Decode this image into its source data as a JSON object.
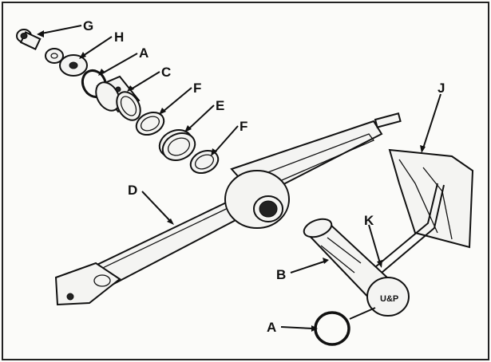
{
  "diagram": {
    "labels": {
      "G": "G",
      "H": "H",
      "A_top": "A",
      "C": "C",
      "F_upper": "F",
      "E": "E",
      "F_lower": "F",
      "D": "D",
      "J": "J",
      "K": "K",
      "B": "B",
      "A_bottom": "A",
      "cap_marking": "U&P"
    }
  }
}
